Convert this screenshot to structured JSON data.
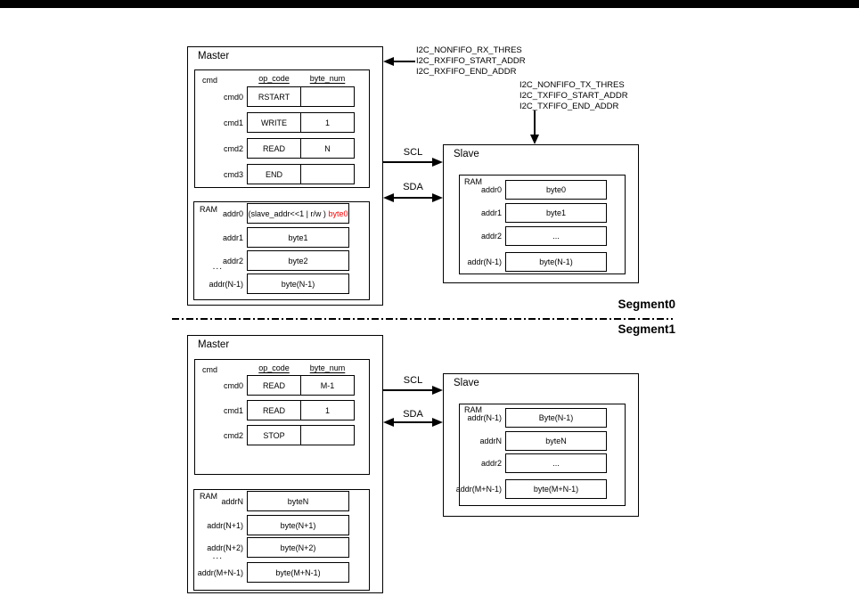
{
  "page": {
    "top_bar_color": "#000000",
    "background": "#ffffff",
    "highlight_red": "#ff0000"
  },
  "segment0": {
    "label": "Segment0",
    "rx_config": {
      "lines": [
        "I2C_NONFIFO_RX_THRES",
        "I2C_RXFIFO_START_ADDR",
        "I2C_RXFIFO_END_ADDR"
      ]
    },
    "tx_config": {
      "lines": [
        "I2C_NONFIFO_TX_THRES",
        "I2C_TXFIFO_START_ADDR",
        "I2C_TXFIFO_END_ADDR"
      ]
    },
    "bus": {
      "scl_label": "SCL",
      "sda_label": "SDA"
    },
    "master": {
      "title": "Master",
      "cmd_table": {
        "corner_label": "cmd",
        "col_headers": [
          "op_code",
          "byte_num"
        ],
        "rows": [
          {
            "label": "cmd0",
            "op_code": "RSTART",
            "byte_num": ""
          },
          {
            "label": "cmd1",
            "op_code": "WRITE",
            "byte_num": "1"
          },
          {
            "label": "cmd2",
            "op_code": "READ",
            "byte_num": "N"
          },
          {
            "label": "cmd3",
            "op_code": "END",
            "byte_num": ""
          }
        ]
      },
      "ram": {
        "title": "RAM",
        "ellipsis": "...",
        "rows": [
          {
            "label": "addr0",
            "value": "(slave_addr<<1 | r/w )",
            "value_red": "byte0"
          },
          {
            "label": "addr1",
            "value": "byte1"
          },
          {
            "label": "addr2",
            "value": "byte2"
          },
          {
            "label": "addr(N-1)",
            "value": "byte(N-1)"
          }
        ]
      }
    },
    "slave": {
      "title": "Slave",
      "ram": {
        "title": "RAM",
        "rows": [
          {
            "label": "addr0",
            "value": "byte0"
          },
          {
            "label": "addr1",
            "value": "byte1"
          },
          {
            "label": "addr2",
            "value": "..."
          },
          {
            "label": "addr(N-1)",
            "value": "byte(N-1)"
          }
        ]
      }
    }
  },
  "segment1": {
    "label": "Segment1",
    "bus": {
      "scl_label": "SCL",
      "sda_label": "SDA"
    },
    "master": {
      "title": "Master",
      "cmd_table": {
        "corner_label": "cmd",
        "col_headers": [
          "op_code",
          "byte_num"
        ],
        "rows": [
          {
            "label": "cmd0",
            "op_code": "READ",
            "byte_num": "M-1"
          },
          {
            "label": "cmd1",
            "op_code": "READ",
            "byte_num": "1"
          },
          {
            "label": "cmd2",
            "op_code": "STOP",
            "byte_num": ""
          }
        ]
      },
      "ram": {
        "title": "RAM",
        "ellipsis": "...",
        "rows": [
          {
            "label": "addrN",
            "value": "byteN"
          },
          {
            "label": "addr(N+1)",
            "value": "byte(N+1)"
          },
          {
            "label": "addr(N+2)",
            "value": "byte(N+2)"
          },
          {
            "label": "addr(M+N-1)",
            "value": "byte(M+N-1)"
          }
        ]
      }
    },
    "slave": {
      "title": "Slave",
      "ram": {
        "title": "RAM",
        "rows": [
          {
            "label": "addr(N-1)",
            "value": "Byte(N-1)"
          },
          {
            "label": "addrN",
            "value": "byteN"
          },
          {
            "label": "addr2",
            "value": "..."
          },
          {
            "label": "addr(M+N-1)",
            "value": "byte(M+N-1)"
          }
        ]
      }
    }
  }
}
